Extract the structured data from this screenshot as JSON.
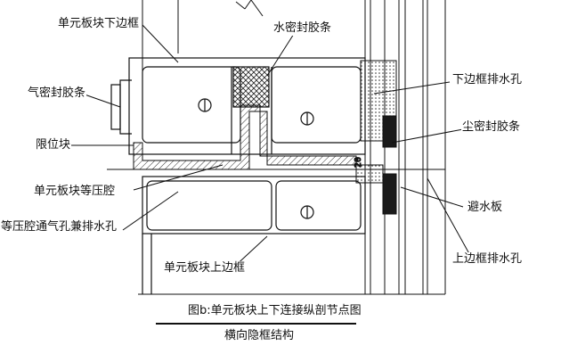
{
  "colors": {
    "line": "#111111",
    "hatch": "#333333",
    "gasket": "#1a1a1a",
    "background": "#ffffff"
  },
  "labels": {
    "top_lower_frame": "单元板块下边框",
    "water_seal": "水密封胶条",
    "air_seal": "气密封胶条",
    "lower_frame_drain": "下边框排水孔",
    "limit_block": "限位块",
    "dust_seal": "尘密封胶条",
    "pressure_chamber": "单元板块等压腔",
    "pressure_vent": "等压腔通气孔兼排水孔",
    "drip_plate": "避水板",
    "upper_frame_drain": "上边框排水孔",
    "bottom_upper_frame": "单元板块上边框"
  },
  "dimension_text": "20",
  "figure": {
    "caption": "图b:单元板块上下连接纵剖节点图",
    "subcaption": "横向隐框结构"
  }
}
